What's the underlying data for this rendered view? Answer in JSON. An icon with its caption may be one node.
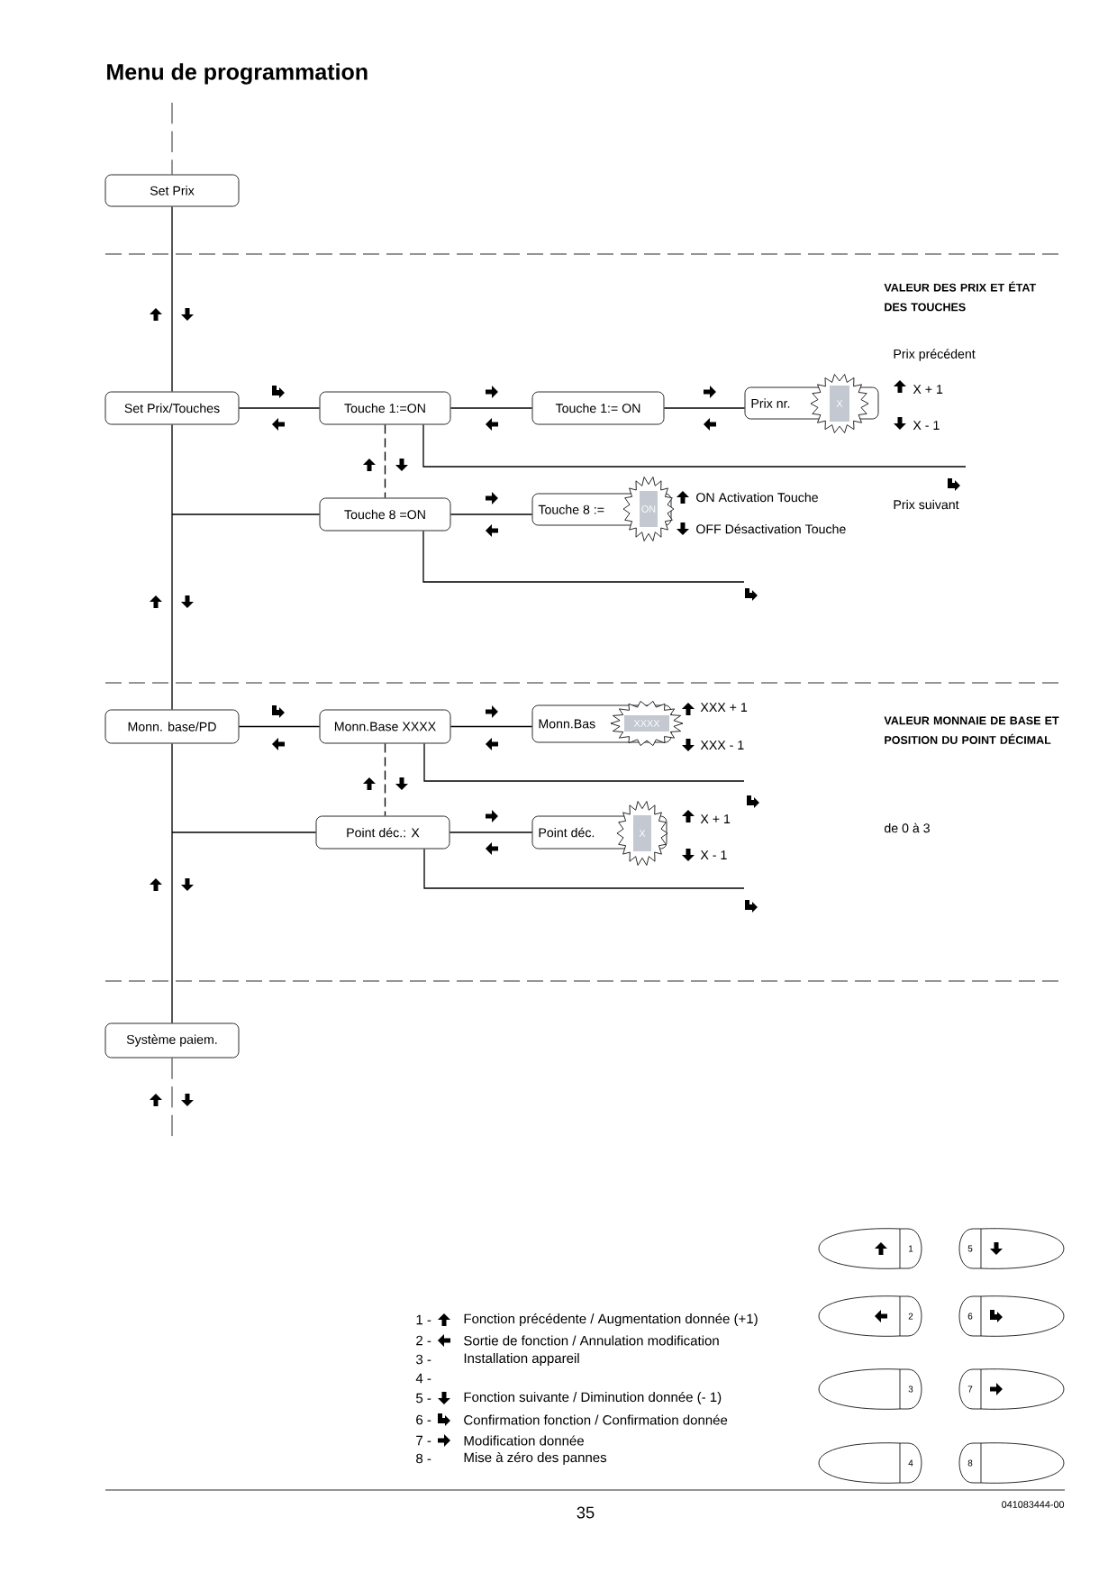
{
  "diagram": {
    "title": "Menu de programmation",
    "nodes": [
      {
        "text": [
          "Set Prix"
        ]
      },
      {
        "text": [
          "Set Prix/Touches"
        ]
      },
      {
        "text": [
          "Touche 1:=ON"
        ]
      },
      {
        "text": [
          "Touche 1:= ON"
        ]
      },
      {
        "text": [
          "Prix nr.",
          "X"
        ]
      },
      {
        "text": [
          "Touche 8 =ON"
        ]
      },
      {
        "text": [
          "Touche 8 :=",
          "ON"
        ]
      },
      {
        "text": [
          "Monn. base/PD"
        ]
      },
      {
        "text": [
          "Monn.Base XXXX"
        ]
      },
      {
        "text": [
          "Monn.Bas",
          "XXXX"
        ]
      },
      {
        "text": [
          "Point déc.: X"
        ]
      },
      {
        "text": [
          "Point déc.",
          "X"
        ]
      },
      {
        "text": [
          "Système paiem."
        ]
      },
      {
        "text": [
          "1"
        ]
      },
      {
        "text": [
          "5"
        ]
      },
      {
        "text": [
          "2"
        ]
      },
      {
        "text": [
          "6"
        ]
      },
      {
        "text": [
          "3"
        ]
      },
      {
        "text": [
          "7"
        ]
      },
      {
        "text": [
          "4"
        ]
      },
      {
        "text": [
          "8"
        ]
      }
    ],
    "edges": [
      {
        "from": 0,
        "to": 1,
        "arrow": "none"
      },
      {
        "from": 1,
        "to": 7,
        "arrow": "none"
      },
      {
        "from": 7,
        "to": 12,
        "arrow": "none"
      },
      {
        "from": 1,
        "to": 2,
        "arrow": "none"
      },
      {
        "from": 2,
        "to": 3,
        "arrow": "none"
      },
      {
        "from": 3,
        "to": 4,
        "arrow": "none"
      },
      {
        "from": 2,
        "to": 5,
        "arrow": "none",
        "style": "dashed"
      },
      {
        "from": 1,
        "to": 5,
        "arrow": "none"
      },
      {
        "from": 5,
        "to": 6,
        "arrow": "none"
      },
      {
        "from": 2,
        "to": null,
        "arrow": "none"
      },
      {
        "from": 5,
        "to": null,
        "arrow": "none"
      },
      {
        "from": 7,
        "to": 8,
        "arrow": "none"
      },
      {
        "from": 8,
        "to": 9,
        "arrow": "none"
      },
      {
        "from": 8,
        "to": 10,
        "arrow": "none",
        "style": "dashed"
      },
      {
        "from": 7,
        "to": 10,
        "arrow": "none"
      },
      {
        "from": 10,
        "to": 11,
        "arrow": "none"
      },
      {
        "from": 8,
        "to": null,
        "arrow": "none"
      },
      {
        "from": 10,
        "to": null,
        "arrow": "none"
      }
    ],
    "labels": [
      "VALEUR DES PRIX ET ÉTAT DES TOUCHES",
      "Prix précédent",
      "X + 1",
      "X - 1",
      "ON Activation Touche",
      "OFF Désactivation Touche",
      "Prix suivant",
      "XXX + 1",
      "XXX - 1",
      "VALEUR MONNAIE DE BASE ET POSITION DU POINT DÉCIMAL",
      "X + 1",
      "X - 1",
      "de 0 à 3",
      "1 -",
      "Fonction précédente / Augmentation donnée (+1)",
      "2 -",
      "Sortie de fonction / Annulation modification",
      "3 -",
      "Installation appareil",
      "4 -",
      "5 -",
      "Fonction suivante / Diminution donnée (- 1)",
      "6 -",
      "Confirmation fonction / Confirmation donnée",
      "7 -",
      "Modification donnée",
      "8 -",
      "Mise à zéro des pannes",
      "35",
      "041083444-00"
    ]
  }
}
